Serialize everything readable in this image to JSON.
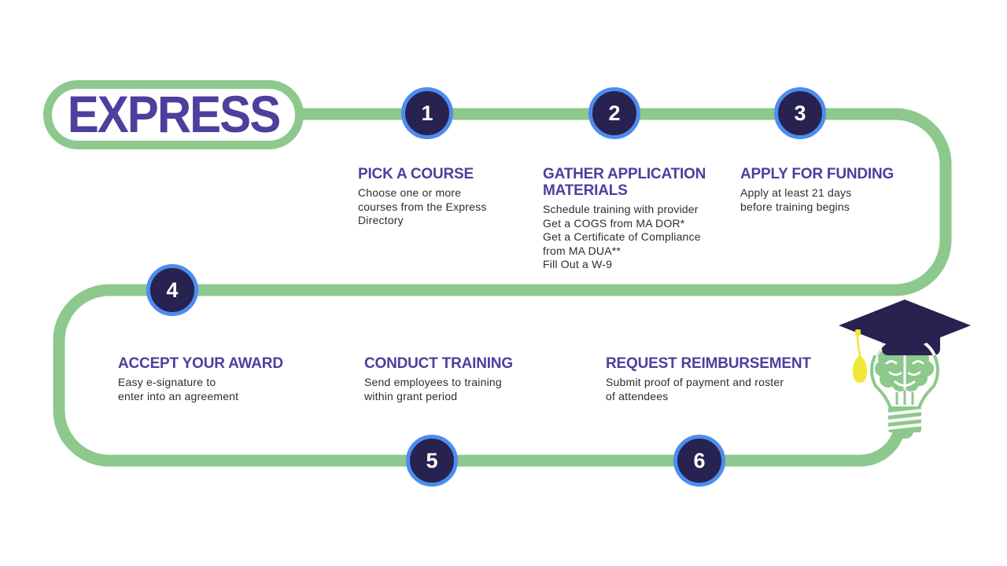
{
  "colors": {
    "green": "#8dc88d",
    "navy": "#27224f",
    "blue": "#4d8cf0",
    "purple": "#4c3f9d",
    "ink": "#2d2d2d",
    "yellow": "#f2e636",
    "white": "#ffffff"
  },
  "logo": {
    "text": "EXPRESS"
  },
  "steps": [
    {
      "number": "1",
      "title": "PICK A COURSE",
      "body": [
        "Choose one or more courses from the Express Directory"
      ]
    },
    {
      "number": "2",
      "title": "GATHER APPLICATION MATERIALS",
      "body": [
        "Schedule training with provider",
        "Get a COGS from MA DOR*",
        "Get a Certificate of Compliance from MA DUA**",
        "Fill Out a W-9"
      ]
    },
    {
      "number": "3",
      "title": "APPLY FOR FUNDING",
      "body": [
        "Apply at least 21 days before training begins"
      ]
    },
    {
      "number": "4",
      "title": "ACCEPT YOUR AWARD",
      "body": [
        "Easy e-signature to enter into an agreement"
      ]
    },
    {
      "number": "5",
      "title": "CONDUCT TRAINING",
      "body": [
        "Send employees to training within grant period"
      ]
    },
    {
      "number": "6",
      "title": "REQUEST REIMBURSEMENT",
      "body": [
        "Submit proof of payment and roster of attendees"
      ]
    }
  ],
  "illustration": {
    "name": "lightbulb-brain-with-graduation-cap"
  }
}
